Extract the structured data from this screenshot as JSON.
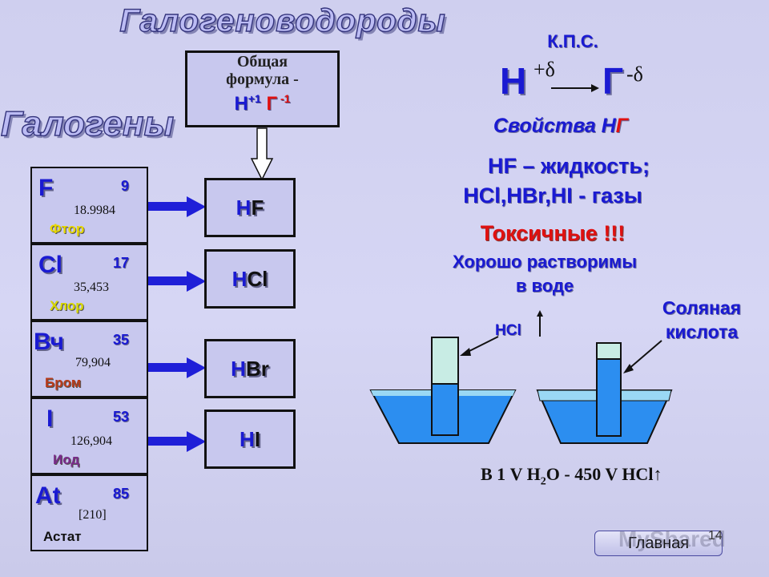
{
  "title_top": "Галогеноводороды",
  "title_left": "Галогены",
  "general_formula": {
    "line1": "Общая",
    "line2": "формула -",
    "H": "H",
    "H_charge": "+1",
    "G": "Г",
    "G_charge": " -1"
  },
  "elements": [
    {
      "symbol": "F",
      "number": "9",
      "mass": "18.9984",
      "name": "Фтор",
      "name_color": "#e8d800"
    },
    {
      "symbol": "Cl",
      "number": "17",
      "mass": "35,453",
      "name": "Хлор",
      "name_color": "#d8d800"
    },
    {
      "symbol": "Вч",
      "number": "35",
      "mass": "79,904",
      "name": "Бром",
      "name_color": "#b83a1a"
    },
    {
      "symbol": "I",
      "number": "53",
      "mass": "126,904",
      "name": "Иод",
      "name_color": "#7a2a8a"
    },
    {
      "symbol": "At",
      "number": "85",
      "mass": "[210]",
      "name": "Астат",
      "name_color": "#111111"
    }
  ],
  "compounds": [
    {
      "h": "H",
      "x": "F"
    },
    {
      "h": "H",
      "x": "Cl"
    },
    {
      "h": "H",
      "x": "Br"
    },
    {
      "h": "H",
      "x": "I"
    }
  ],
  "kps": "К.П.С.",
  "polarity": {
    "h": "H",
    "h_sup": "+δ",
    "g": "Г",
    "g_sup": "-δ"
  },
  "properties_title": {
    "text": "Свойства Н",
    "red": "Г"
  },
  "prop_line1": "HF – жидкость;",
  "prop_line2": "HCl,HBr,HI -  газы",
  "toxic": "Токсичные  !!!",
  "soluble_line1": "Хорошо растворимы",
  "soluble_line2": "в воде",
  "hcl_label": "HCl",
  "acid_line1": "Соляная",
  "acid_line2": "кислота",
  "bottom": {
    "pre": "В 1 V H",
    "sub": "2",
    "post": "O - 450 V HCl",
    "arrow": "↑"
  },
  "nav_button": "Главная",
  "watermark": "MyShared",
  "page_number": "14"
}
